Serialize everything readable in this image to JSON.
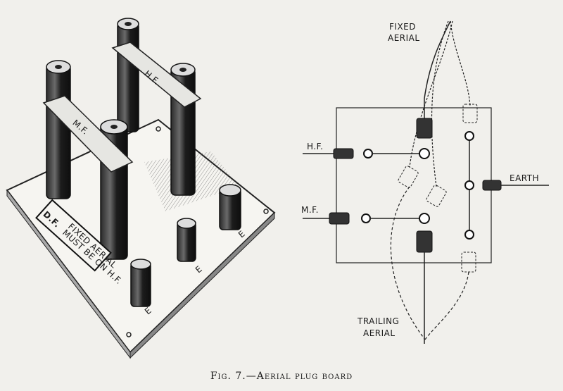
{
  "left_drawing": {
    "hf_tag": "H.F.",
    "mf_tag": "M.F.",
    "df_label": "D.F.",
    "notice_line1": "FIXED AERIAL",
    "notice_line2": "MUST BE ON H.F.",
    "socket_label": "E"
  },
  "schematic": {
    "fixed_aerial_line1": "FIXED",
    "fixed_aerial_line2": "AERIAL",
    "hf_label": "H.F.",
    "mf_label": "M.F.",
    "earth_label": "EARTH",
    "trailing_aerial_line1": "TRAILING",
    "trailing_aerial_line2": "AERIAL"
  },
  "caption": "Fig. 7.—Aerial plug board"
}
